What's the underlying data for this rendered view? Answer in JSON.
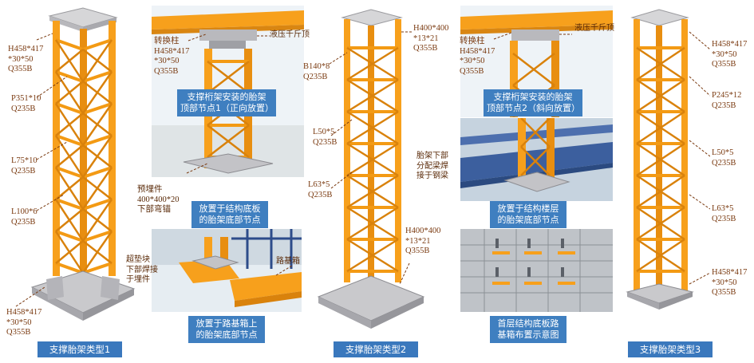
{
  "tower1": {
    "caption": "支撑胎架类型1",
    "labels": {
      "top": "H458*417\n*30*50\nQ355B",
      "p351": "P351*10\nQ235B",
      "l75": "L75*10\nQ235B",
      "l100": "L100*6\nQ235B",
      "bottom": "H458*417\n*30*50\nQ355B"
    }
  },
  "panel_a": {
    "col_label": "转换柱\nH458*417\n*30*50\nQ355B",
    "jack_label": "液压千斤顶",
    "caption": "支撑桁架安装的胎架\n顶部节点1（正向放置）",
    "anchor_label": "预埋件\n400*400*20\n下部弯锚"
  },
  "panel_b": {
    "caption": "放置于结构底板\n的胎架底部节点",
    "pad_label": "超垫块\n下部焊接\n于埋件",
    "box_label": "路基箱"
  },
  "panel_c": {
    "caption": "放置于路基箱上\n的胎架底部节点"
  },
  "tower2": {
    "caption": "支撑胎架类型2",
    "labels": {
      "h400top": "H400*400\n*13*21\nQ355B",
      "b140": "B140*8\nQ235B",
      "l50": "L50*5\nQ235B",
      "l63": "L63*5\nQ235B",
      "h400bot": "H400*400\n*13*21\nQ355B"
    }
  },
  "panel_d": {
    "col_label": "转换柱\nH458*417\n*30*50\nQ355B",
    "jack_label": "液压千斤顶",
    "caption": "支撑桁架安装的胎架\n顶部节点2（斜向放置）",
    "weld_label": "胎架下部\n分配梁焊\n接于钢梁"
  },
  "panel_e": {
    "caption": "放置于结构楼层\n的胎架底部节点"
  },
  "panel_f": {
    "caption": "首层结构底板路\n基箱布置示意图"
  },
  "tower3": {
    "caption": "支撑胎架类型3",
    "labels": {
      "top": "H458*417\n*30*50\nQ355B",
      "p245": "P245*12\nQ235B",
      "l50": "L50*5\nQ235B",
      "l63": "L63*5\nQ235B",
      "bottom": "H458*417\n*30*50\nQ355B"
    }
  },
  "colors": {
    "truss_orange": "#f7a01c",
    "truss_dark": "#d9820c",
    "caption_blue": "#3a78bd",
    "label_brown": "#7a3a10",
    "steel_grey": "#c9c9cc"
  }
}
